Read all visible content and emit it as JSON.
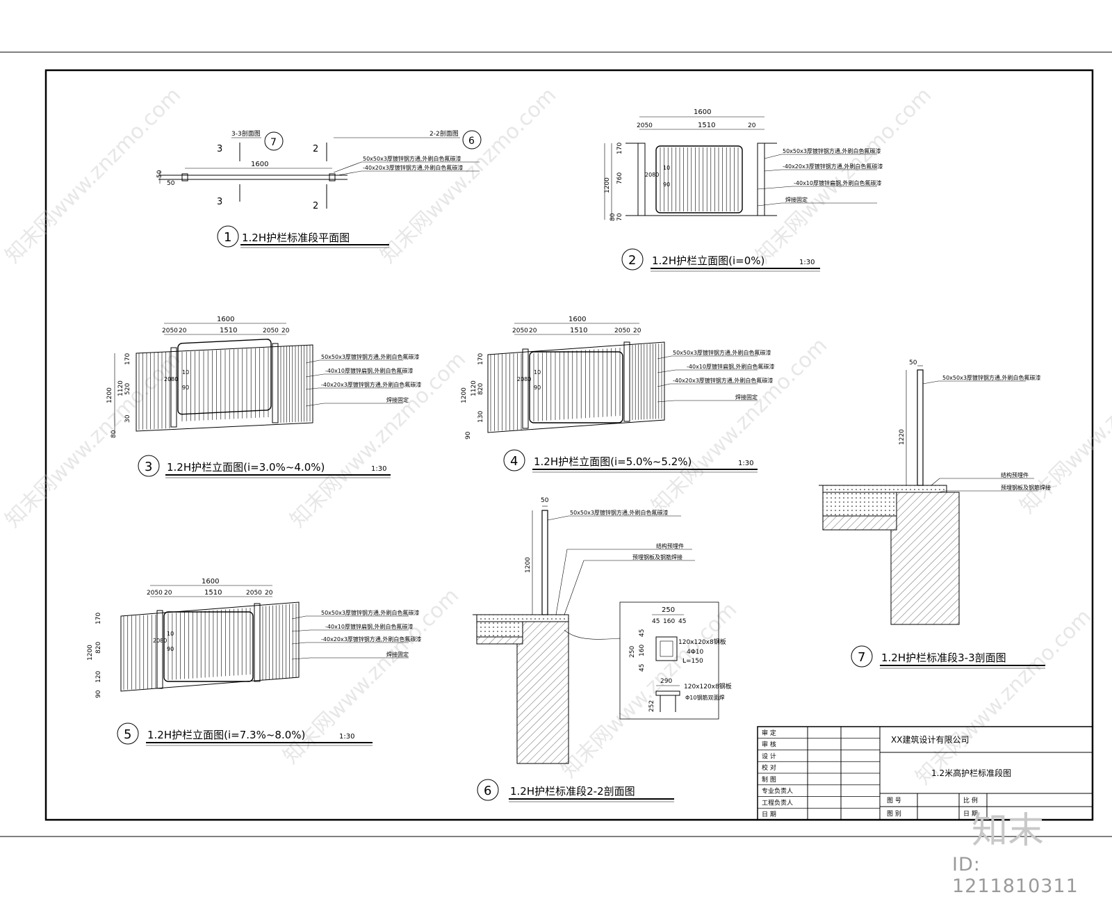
{
  "titles": [
    {
      "num": "1",
      "text": "1.2H护栏标准段平面图",
      "scale": ""
    },
    {
      "num": "2",
      "text": "1.2H护栏立面图(i=0%)",
      "scale": "1:30"
    },
    {
      "num": "3",
      "text": "1.2H护栏立面图(i=3.0%~4.0%)",
      "scale": "1:30"
    },
    {
      "num": "4",
      "text": "1.2H护栏立面图(i=5.0%~5.2%)",
      "scale": "1:30"
    },
    {
      "num": "5",
      "text": "1.2H护栏立面图(i=7.3%~8.0%)",
      "scale": "1:30"
    },
    {
      "num": "6",
      "text": "1.2H护栏标准段2-2剖面图",
      "scale": ""
    },
    {
      "num": "7",
      "text": "1.2H护栏标准段3-3剖面图",
      "scale": ""
    }
  ],
  "plan": {
    "len": "1600",
    "sec33": "3-3剖面图",
    "sec22": "2-2剖面图",
    "m3": "3",
    "m2": "2",
    "c7": "7",
    "c6": "6",
    "l1": "50x50x3厚镀锌钢方通,外刷白色氟碳漆",
    "l2": "-40x20x3厚镀锌钢方通,外刷白色氟碳漆",
    "e1": "50",
    "e2": "50"
  },
  "elevations": {
    "total": "1600",
    "mid": "1510",
    "d2050": "2050",
    "d20": "20",
    "d50": "50",
    "d10": "10",
    "d90": "90",
    "d2080": "2080",
    "h1200": "1200",
    "h1120": "1120",
    "h170": "170",
    "h760": "760",
    "h520": "520",
    "h820": "820",
    "h130": "130",
    "h120": "120",
    "h80": "80",
    "h70": "70",
    "h30": "30",
    "h90": "90",
    "n1": "50x50x3厚镀锌钢方通,外刷白色氟碳漆",
    "n2": "-40x10厚镀锌扁钢,外刷白色氟碳漆",
    "n3": "-40x20x3厚镀锌钢方通,外刷白色氟碳漆",
    "n4": "焊接固定"
  },
  "section22": {
    "top": "50",
    "h": "1200",
    "n1": "50x50x3厚镀锌钢方通,外刷白色氟碳漆",
    "n2": "结构预埋件",
    "n3": "预埋钢板及钢筋焊接",
    "w250": "250",
    "w160": "160",
    "w45": "45",
    "w290": "290",
    "h252": "252",
    "plate": "120x120x8钢板",
    "bar": "4Φ10",
    "len": "L=150",
    "plate2": "120x120x8钢板",
    "bar2": "Φ10钢筋双面焊"
  },
  "section33": {
    "top": "50",
    "h": "1220",
    "n1": "50x50x3厚镀锌钢方通,外刷白色氟碳漆",
    "n2": "结构预埋件",
    "n3": "预埋钢板及钢筋焊接"
  },
  "titleblock": {
    "company": "XX建筑设计有限公司",
    "drawing": "1.2米高护栏标准段图",
    "rows": [
      "审 定",
      "审 核",
      "设 计",
      "校 对",
      "制 图",
      "专业负责人",
      "工程负责人",
      "日 期"
    ],
    "f1": "图 号",
    "f2": "比 例",
    "f3": "图 别",
    "f4": "日 期"
  },
  "watermark": "知末网www.znzmo.com",
  "brand": "知末",
  "drawing_id": "ID: 1211810311"
}
